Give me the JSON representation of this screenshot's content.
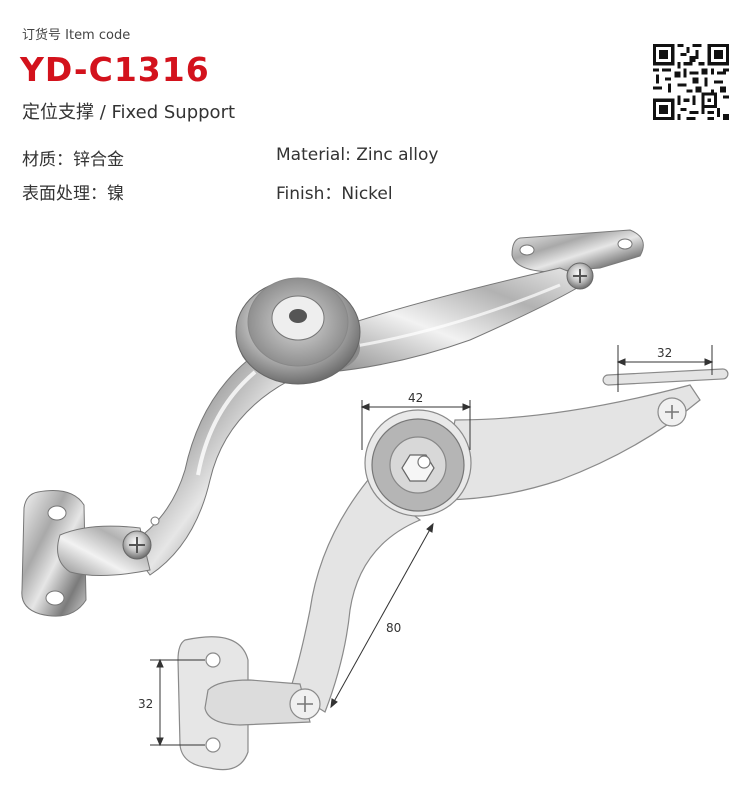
{
  "header": {
    "item_code_label": "订货号 Item code",
    "model_number": "YD-C1316",
    "product_name": "定位支撑 / Fixed Support"
  },
  "specs": {
    "material_cn": "材质：锌合金",
    "material_en": "Material: Zinc alloy",
    "finish_cn": "表面处理：镍",
    "finish_en": "Finish：Nickel"
  },
  "dimensions": {
    "top_bracket_width": "32",
    "hub_diameter": "42",
    "arm_length": "80",
    "base_plate_height": "32"
  },
  "colors": {
    "model_number": "#d3121c",
    "drawing_fill": "#e4e4e4",
    "drawing_stroke": "#8a8a8a"
  }
}
